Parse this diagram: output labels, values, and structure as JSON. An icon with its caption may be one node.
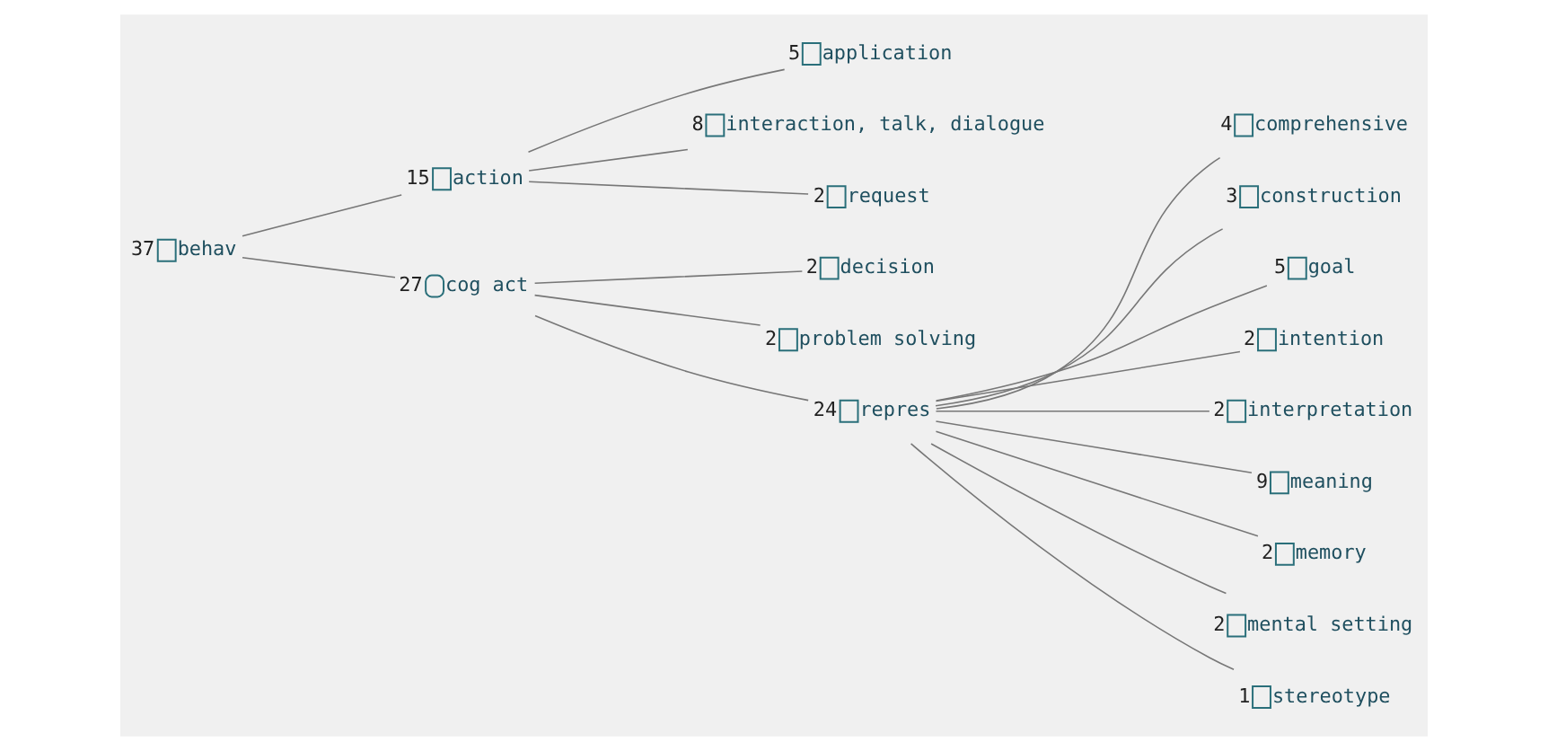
{
  "diagram": {
    "nodes": [
      {
        "text": [
          "behav"
        ],
        "beside": [
          "37"
        ]
      },
      {
        "text": [
          "action"
        ],
        "beside": [
          "15"
        ]
      },
      {
        "text": [
          "application"
        ],
        "beside": [
          "5"
        ]
      },
      {
        "text": [
          "interaction, talk, dialogue"
        ],
        "beside": [
          "8"
        ]
      },
      {
        "text": [
          "request"
        ],
        "beside": [
          "2"
        ]
      },
      {
        "text": [
          "cog act"
        ],
        "beside": [
          "27"
        ]
      },
      {
        "text": [
          "decision"
        ],
        "beside": [
          "2"
        ]
      },
      {
        "text": [
          "problem solving"
        ],
        "beside": [
          "2"
        ]
      },
      {
        "text": [
          "repres"
        ],
        "beside": [
          "24"
        ]
      },
      {
        "text": [
          "comprehensive"
        ],
        "beside": [
          "4"
        ]
      },
      {
        "text": [
          "construction"
        ],
        "beside": [
          "3"
        ]
      },
      {
        "text": [
          "goal"
        ],
        "beside": [
          "5"
        ]
      },
      {
        "text": [
          "intention"
        ],
        "beside": [
          "2"
        ]
      },
      {
        "text": [
          "interpretation"
        ],
        "beside": [
          "2"
        ]
      },
      {
        "text": [
          "meaning"
        ],
        "beside": [
          "9"
        ]
      },
      {
        "text": [
          "memory"
        ],
        "beside": [
          "2"
        ]
      },
      {
        "text": [
          "mental setting"
        ],
        "beside": [
          "2"
        ]
      },
      {
        "text": [
          "stereotype"
        ],
        "beside": [
          "1"
        ]
      }
    ],
    "edges": [
      {
        "from": 0,
        "to": 1,
        "arrow": "none"
      },
      {
        "from": 1,
        "to": 2,
        "arrow": "none"
      },
      {
        "from": 1,
        "to": 3,
        "arrow": "none"
      },
      {
        "from": 1,
        "to": 4,
        "arrow": "none"
      },
      {
        "from": 0,
        "to": 5,
        "arrow": "none"
      },
      {
        "from": 5,
        "to": 6,
        "arrow": "none"
      },
      {
        "from": 5,
        "to": 7,
        "arrow": "none"
      },
      {
        "from": 5,
        "to": 8,
        "arrow": "none"
      },
      {
        "from": 8,
        "to": 9,
        "arrow": "none"
      },
      {
        "from": 8,
        "to": 10,
        "arrow": "none"
      },
      {
        "from": 8,
        "to": 11,
        "arrow": "none"
      },
      {
        "from": 8,
        "to": 12,
        "arrow": "none"
      },
      {
        "from": 8,
        "to": 13,
        "arrow": "none"
      },
      {
        "from": 8,
        "to": 14,
        "arrow": "none"
      },
      {
        "from": 8,
        "to": 15,
        "arrow": "none"
      },
      {
        "from": 8,
        "to": 16,
        "arrow": "none"
      },
      {
        "from": 8,
        "to": 17,
        "arrow": "none"
      }
    ]
  }
}
